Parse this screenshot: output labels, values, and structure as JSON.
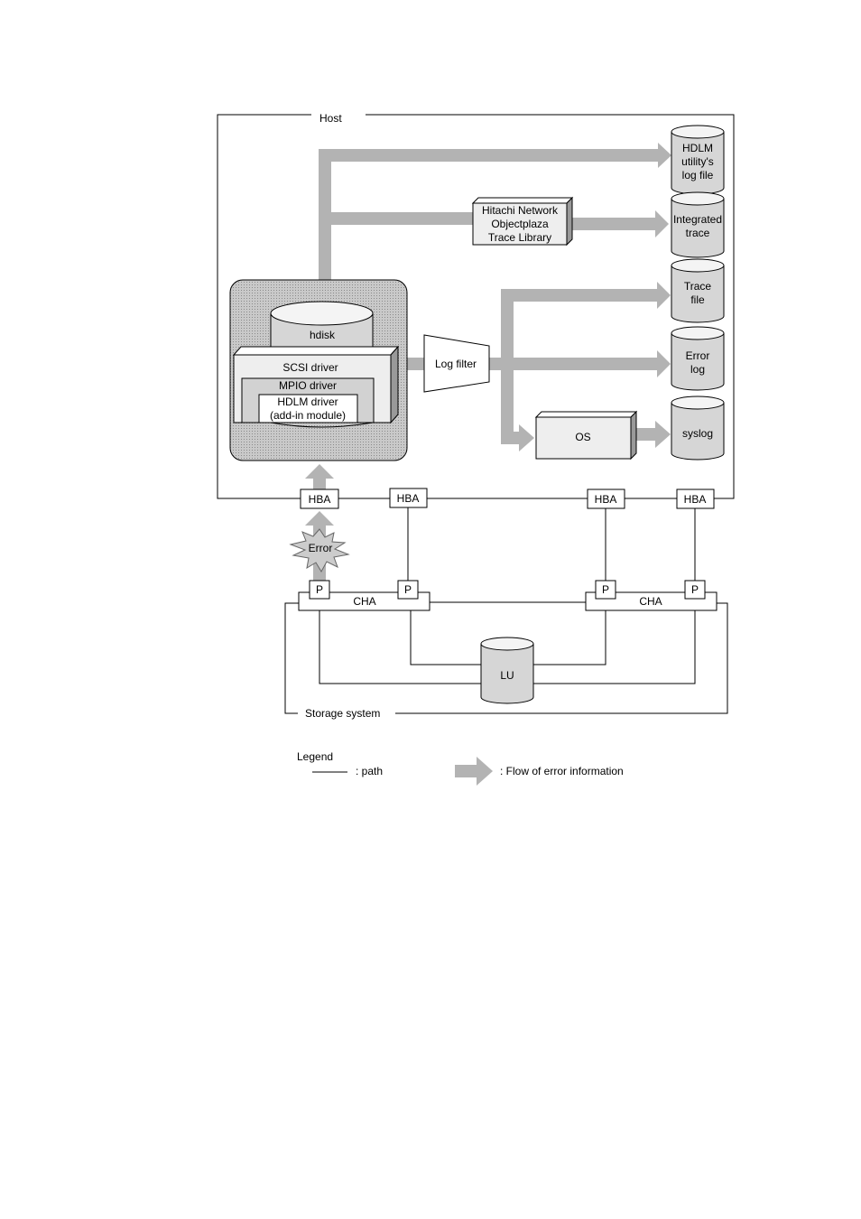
{
  "host": {
    "label": "Host"
  },
  "storage": {
    "label": "Storage system"
  },
  "stack": {
    "hdisk": "hdisk",
    "scsi_driver": "SCSI driver",
    "mpio_driver": "MPIO driver",
    "hdlm_driver": [
      "HDLM driver",
      "(add-in module)"
    ]
  },
  "log_filter": "Log filter",
  "trace_library": [
    "Hitachi Network",
    "Objectplaza",
    "Trace Library"
  ],
  "os": "OS",
  "logs": {
    "utility_log": [
      "HDLM",
      "utility's",
      "log file"
    ],
    "integrated_trace": [
      "Integrated",
      "trace"
    ],
    "trace_file": [
      "Trace",
      "file"
    ],
    "error_log": [
      "Error",
      "log"
    ],
    "syslog": [
      "syslog"
    ]
  },
  "hba_label": "HBA",
  "port_label": "P",
  "cha_label": "CHA",
  "lu_label": "LU",
  "error_label": "Error",
  "legend": {
    "title": "Legend",
    "path": ": path",
    "flow": ": Flow of error information"
  },
  "colors": {
    "arrow": "#b3b3b3",
    "box_fill": "#eeeeee",
    "box_side": "#999999",
    "cylinder": "#d6d6d6",
    "cylinder_top": "#f4f4f4",
    "hdlm_panel": "#bdbdbd",
    "mpio_fill": "#d2d2d2"
  }
}
